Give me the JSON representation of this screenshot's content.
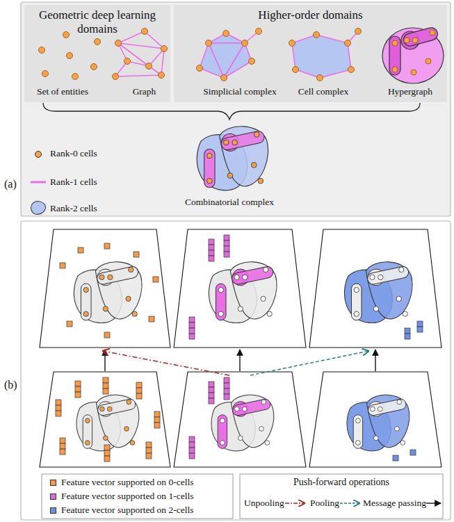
{
  "diagram": {
    "nodes": [
      {
        "text": [
          "Geometric deep learning domains",
          "Set of entities",
          "Graph"
        ]
      },
      {
        "text": [
          "Higher-order domains",
          "Simplicial complex",
          "Cell complex",
          "Hypergraph"
        ]
      }
    ],
    "labels": [
      "(a)",
      "(b)",
      "Combinatorial complex",
      "Push-forward operations"
    ],
    "legend": [
      {
        "text": "Rank-0 cells",
        "color": "#f7a24b"
      },
      {
        "text": "Rank-1 cells"
      },
      {
        "text": "Rank-2 cells",
        "color": "#b5c6f2"
      },
      {
        "text": "Feature vector supported on 0-cells",
        "color": "#f59a4a"
      },
      {
        "text": "Feature vector supported on 1-cells",
        "color": "#dc6cd8"
      },
      {
        "text": "Feature vector supported on 2-cells",
        "color": "#6f8fe0"
      },
      {
        "text": "Unpooling"
      },
      {
        "text": "Pooling"
      },
      {
        "text": "Message passing"
      }
    ]
  }
}
